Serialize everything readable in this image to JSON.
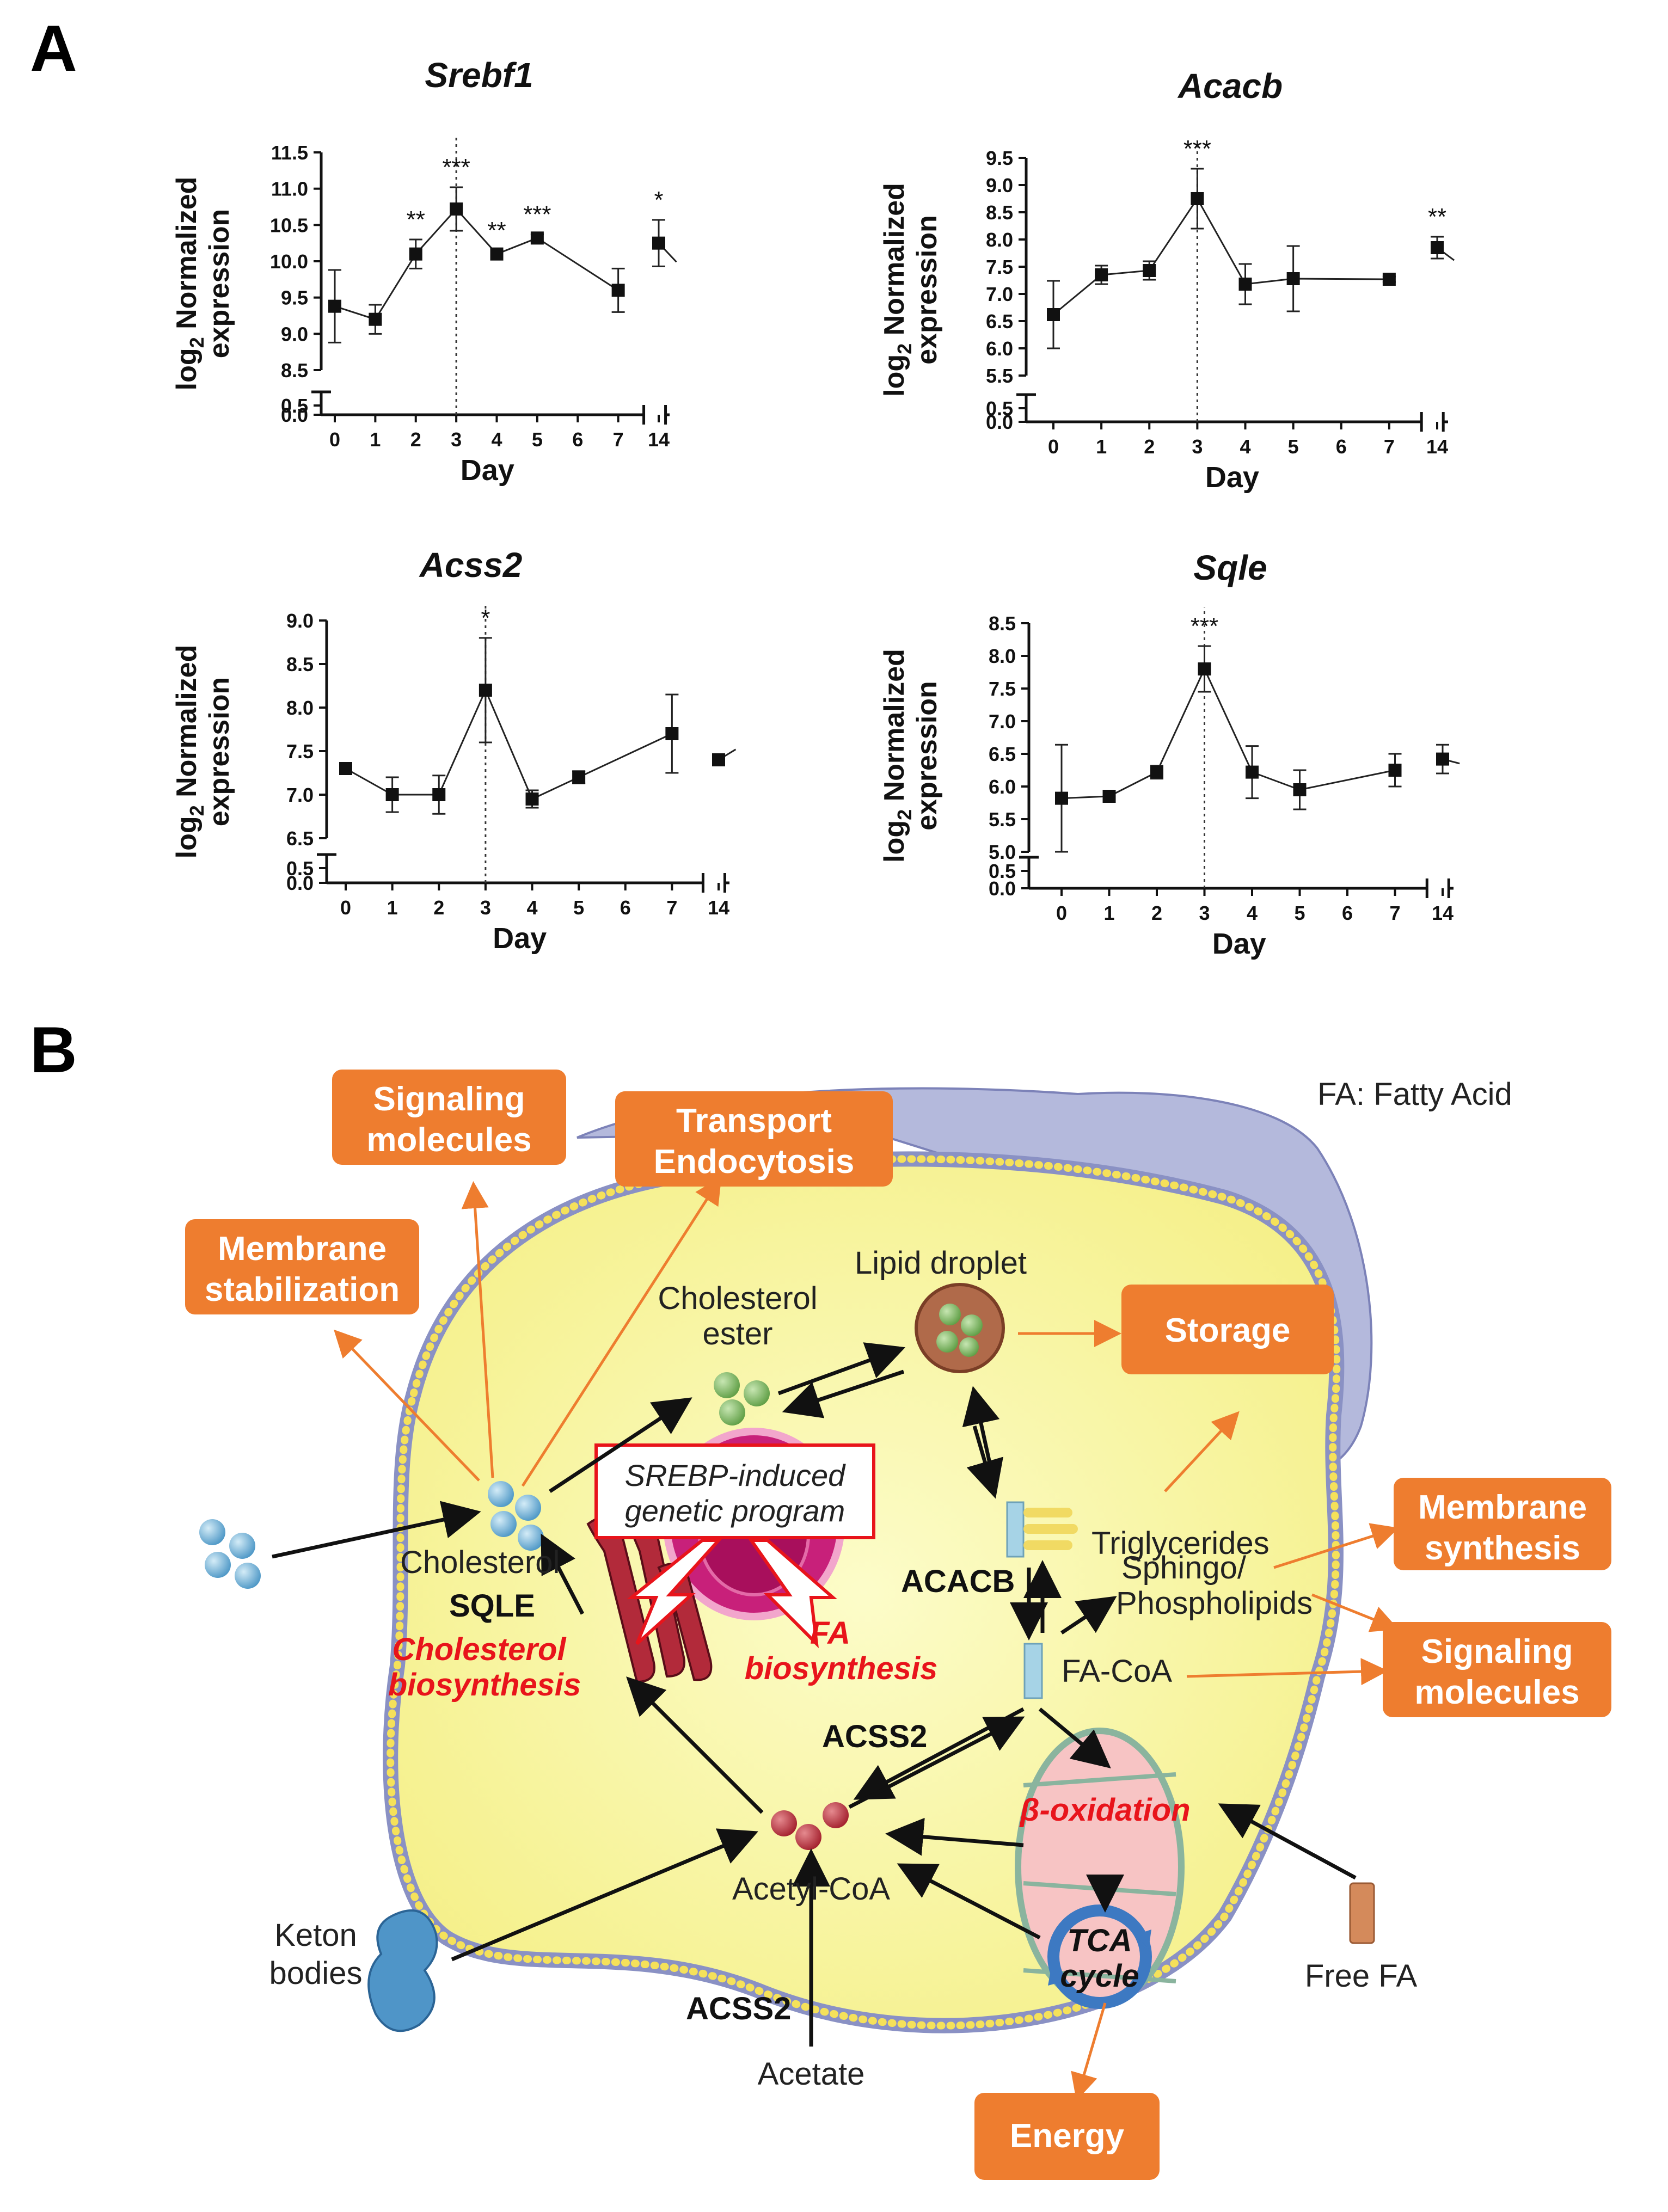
{
  "figure": {
    "panel_a_label": "A",
    "panel_b_label": "B"
  },
  "chart_data": [
    {
      "type": "line",
      "title": "Srebf1",
      "xlabel": "Day",
      "ylabel_prefix": "log",
      "ylabel_sub": "2",
      "ylabel_line1": " Normalized",
      "ylabel_line2": "expression",
      "x": [
        0,
        1,
        2,
        3,
        4,
        5,
        7,
        14
      ],
      "x_tick_labels": [
        "0",
        "1",
        "2",
        "3",
        "4",
        "5",
        "6",
        "7",
        "14"
      ],
      "x_tick_values": [
        0,
        1,
        2,
        3,
        4,
        5,
        6,
        7,
        14
      ],
      "y_tick_labels": [
        "8.5",
        "9.0",
        "9.5",
        "10.0",
        "10.5",
        "11.0",
        "11.5"
      ],
      "y_low_tick_labels": [
        "0.0",
        "0.5"
      ],
      "ylim": [
        8.5,
        11.5
      ],
      "series": [
        {
          "values": [
            9.38,
            9.2,
            10.1,
            10.72,
            10.1,
            10.32,
            9.6,
            10.25
          ],
          "error": [
            0.5,
            0.2,
            0.2,
            0.3,
            0.05,
            0.05,
            0.3,
            0.32
          ]
        }
      ],
      "significance": [
        "",
        "",
        "**",
        "***",
        "**",
        "***",
        "",
        "*"
      ],
      "vline_x": 3
    },
    {
      "type": "line",
      "title": "Acacb",
      "xlabel": "Day",
      "ylabel_prefix": "log",
      "ylabel_sub": "2",
      "ylabel_line1": " Normalized",
      "ylabel_line2": "expression",
      "x": [
        0,
        1,
        2,
        3,
        4,
        5,
        7,
        14
      ],
      "x_tick_labels": [
        "0",
        "1",
        "2",
        "3",
        "4",
        "5",
        "6",
        "7",
        "14"
      ],
      "x_tick_values": [
        0,
        1,
        2,
        3,
        4,
        5,
        6,
        7,
        14
      ],
      "y_tick_labels": [
        "5.5",
        "6.0",
        "6.5",
        "7.0",
        "7.5",
        "8.0",
        "8.5",
        "9.0",
        "9.5"
      ],
      "y_low_tick_labels": [
        "0.0",
        "0.5"
      ],
      "ylim": [
        5.5,
        9.5
      ],
      "series": [
        {
          "values": [
            6.62,
            7.35,
            7.43,
            8.75,
            7.18,
            7.28,
            7.27,
            7.85
          ],
          "error": [
            0.62,
            0.17,
            0.17,
            0.55,
            0.37,
            0.6,
            0.05,
            0.2
          ]
        }
      ],
      "significance": [
        "",
        "",
        "",
        "***",
        "",
        "",
        "",
        "**"
      ],
      "vline_x": 3
    },
    {
      "type": "line",
      "title": "Acss2",
      "xlabel": "Day",
      "ylabel_prefix": "log",
      "ylabel_sub": "2",
      "ylabel_line1": " Normalized",
      "ylabel_line2": "expression",
      "x": [
        0,
        1,
        2,
        3,
        4,
        5,
        7,
        14
      ],
      "x_tick_labels": [
        "0",
        "1",
        "2",
        "3",
        "4",
        "5",
        "6",
        "7",
        "14"
      ],
      "x_tick_values": [
        0,
        1,
        2,
        3,
        4,
        5,
        6,
        7,
        14
      ],
      "y_tick_labels": [
        "6.5",
        "7.0",
        "7.5",
        "8.0",
        "8.5",
        "9.0"
      ],
      "y_low_tick_labels": [
        "0.0",
        "0.5"
      ],
      "ylim": [
        6.5,
        9.0
      ],
      "series": [
        {
          "values": [
            7.3,
            7.0,
            7.0,
            8.2,
            6.95,
            7.2,
            7.7,
            7.4
          ],
          "error": [
            0.05,
            0.2,
            0.22,
            0.6,
            0.1,
            0.07,
            0.45,
            0.05
          ]
        }
      ],
      "significance": [
        "",
        "",
        "",
        "*",
        "",
        "",
        "",
        ""
      ],
      "vline_x": 3
    },
    {
      "type": "line",
      "title": "Sqle",
      "xlabel": "Day",
      "ylabel_prefix": "log",
      "ylabel_sub": "2",
      "ylabel_line1": " Normalized",
      "ylabel_line2": "expression",
      "x": [
        0,
        1,
        2,
        3,
        4,
        5,
        7,
        14
      ],
      "x_tick_labels": [
        "0",
        "1",
        "2",
        "3",
        "4",
        "5",
        "6",
        "7",
        "14"
      ],
      "x_tick_values": [
        0,
        1,
        2,
        3,
        4,
        5,
        6,
        7,
        14
      ],
      "y_tick_labels": [
        "5.0",
        "5.5",
        "6.0",
        "6.5",
        "7.0",
        "7.5",
        "8.0",
        "8.5"
      ],
      "y_low_tick_labels": [
        "0.0",
        "0.5"
      ],
      "ylim": [
        5.0,
        8.5
      ],
      "series": [
        {
          "values": [
            5.82,
            5.85,
            6.22,
            7.8,
            6.22,
            5.95,
            6.25,
            6.42
          ],
          "error": [
            0.82,
            0.05,
            0.1,
            0.35,
            0.4,
            0.3,
            0.25,
            0.22
          ]
        }
      ],
      "significance": [
        "",
        "",
        "",
        "***",
        "",
        "",
        "",
        ""
      ],
      "vline_x": 3
    }
  ],
  "diagram": {
    "legend_note": "FA: Fatty Acid",
    "boxes": {
      "signaling_top_1": "Signaling",
      "signaling_top_2": "molecules",
      "transport_1": "Transport",
      "transport_2": "Endocytosis",
      "membrane_stab_1": "Membrane",
      "membrane_stab_2": "stabilization",
      "storage": "Storage",
      "membrane_synth_1": "Membrane",
      "membrane_synth_2": "synthesis",
      "signaling_right_1": "Signaling",
      "signaling_right_2": "molecules",
      "energy": "Energy"
    },
    "labels": {
      "lipid_droplet": "Lipid droplet",
      "cholesterol_ester_1": "Cholesterol",
      "cholesterol_ester_2": "ester",
      "cholesterol": "Cholesterol",
      "srebp_1": "SREBP-induced",
      "srebp_2": "genetic program",
      "sqle": "SQLE",
      "chol_bio_1": "Cholesterol",
      "chol_bio_2": "biosynthesis",
      "fa_bio_1": "FA",
      "fa_bio_2": "biosynthesis",
      "acacb": "ACACB",
      "triglycerides": "Triglycerides",
      "sphingo_1": "Sphingo/",
      "sphingo_2": "Phospholipids",
      "fa_coa": "FA-CoA",
      "acss2_mid": "ACSS2",
      "beta_ox": "β-oxidation",
      "tca_1": "TCA",
      "tca_2": "cycle",
      "acetyl_coa": "Acetyl-CoA",
      "keton_1": "Keton",
      "keton_2": "bodies",
      "acss2_bottom": "ACSS2",
      "acetate": "Acetate",
      "free_fa": "Free FA"
    },
    "colors": {
      "box": "#ee7d2f",
      "arrow_orange": "#ee7d2f",
      "red_text": "#e8141b",
      "cell": "#fafab0",
      "membrane_back": "#b4b9dc"
    }
  }
}
